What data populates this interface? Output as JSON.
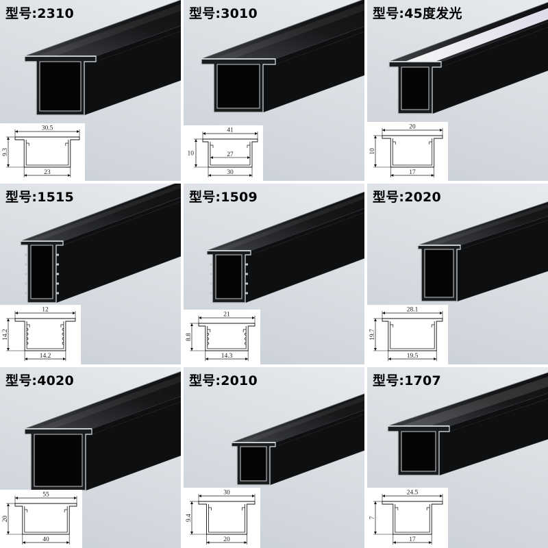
{
  "products": [
    {
      "title": "型号:2310",
      "dims": {
        "top": "30.5",
        "left": "9.3",
        "bottom": "23"
      }
    },
    {
      "title": "型号:3010",
      "dims": {
        "top": "41",
        "left": "10",
        "middle": "27",
        "bottom": "30"
      }
    },
    {
      "title": "型号:45度发光",
      "dims": {
        "top": "20",
        "left": "10",
        "bottom": "17"
      }
    },
    {
      "title": "型号:1515",
      "dims": {
        "top": "12",
        "left": "14.2",
        "bottom": "14.2"
      }
    },
    {
      "title": "型号:1509",
      "dims": {
        "top": "21",
        "left": "8.8",
        "bottom": "14.3"
      }
    },
    {
      "title": "型号:2020",
      "dims": {
        "top": "28.1",
        "left": "19.7",
        "bottom": "19.5"
      }
    },
    {
      "title": "型号:4020",
      "dims": {
        "top": "55",
        "left": "20",
        "bottom": "40"
      }
    },
    {
      "title": "型号:2010",
      "dims": {
        "top": "30",
        "left": "9.4",
        "bottom": "20"
      }
    },
    {
      "title": "型号:1707",
      "dims": {
        "top": "24.5",
        "left": "7",
        "bottom": "17"
      }
    }
  ],
  "colors": {
    "profile": "#0e0f10",
    "aluminum": "#c3c8cd",
    "glow": "#dcd6f0"
  }
}
